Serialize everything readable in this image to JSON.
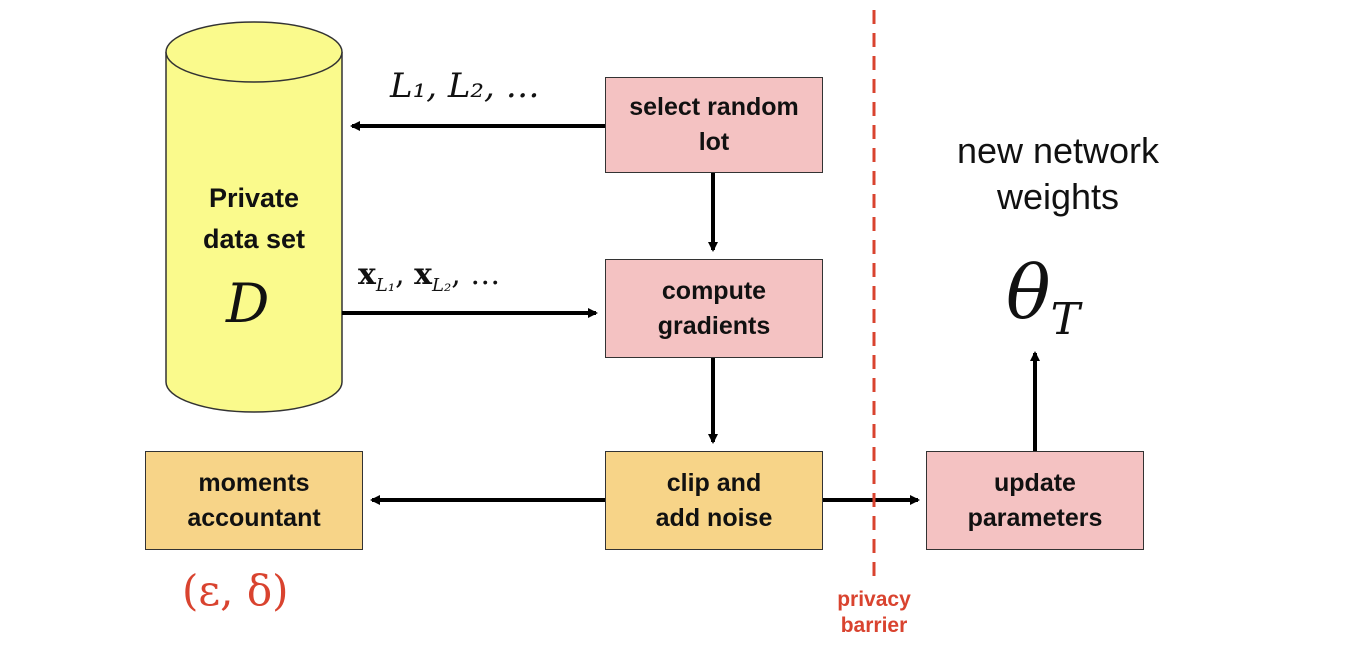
{
  "dataset": {
    "label": "Private\ndata set",
    "symbol": "D"
  },
  "edge_labels": {
    "lots": "L₁, L₂, …",
    "samples": "x",
    "samples_sub1": "L₁",
    "samples_sub2": "L₂",
    "samples_sep": ", ",
    "samples_end": ", …"
  },
  "boxes": {
    "select": "select random\nlot",
    "compute": "compute\ngradients",
    "clip": "clip and\nadd noise",
    "moments": "moments\naccountant",
    "update": "update\nparameters"
  },
  "output": {
    "caption": "new network\nweights",
    "theta": "θ",
    "theta_sub": "T"
  },
  "privacy": {
    "epsilon_delta": "(ε, δ)",
    "barrier_label": "privacy\nbarrier"
  },
  "colors": {
    "box_pink": "#f4c2c2",
    "box_orange": "#f7d488",
    "dataset_yellow": "#fafa8c",
    "barrier_red": "#d9432f",
    "arrow": "#000000"
  }
}
